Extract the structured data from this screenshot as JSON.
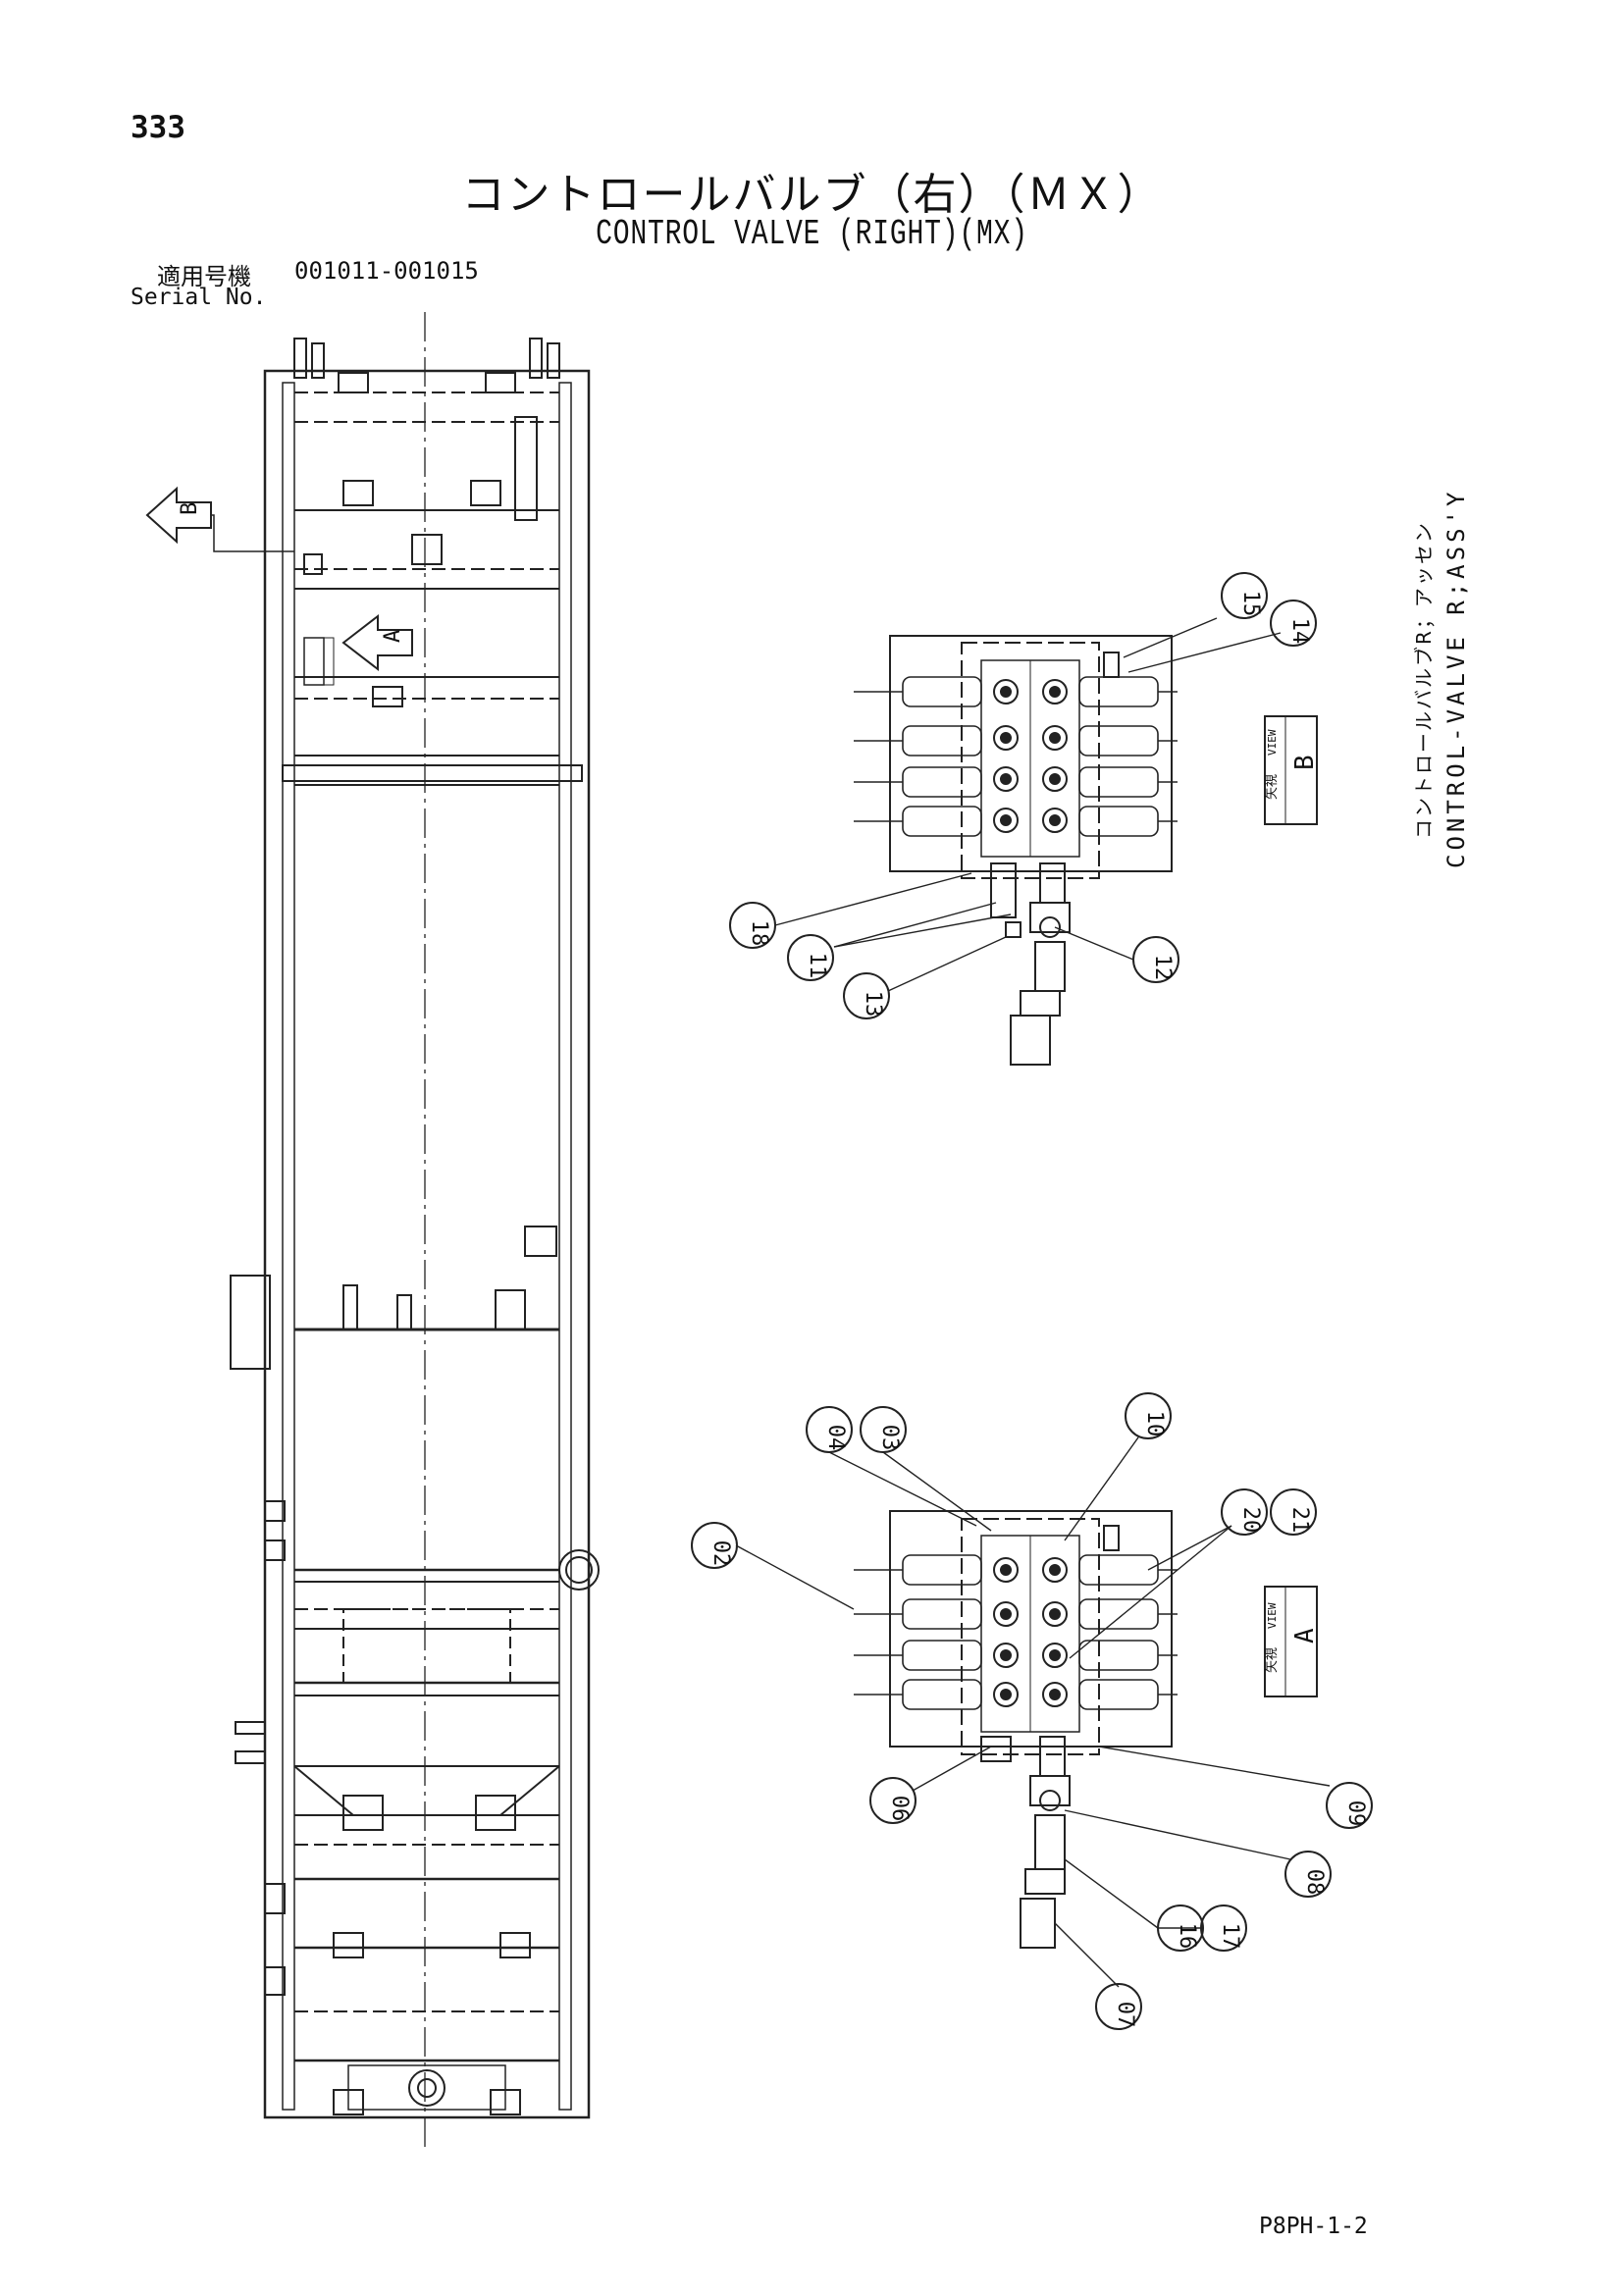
{
  "page_number": "333",
  "title_ja": "コントロールバルブ（右）（ＭＸ）",
  "title_en": "CONTROL VALVE (RIGHT)(MX)",
  "serial": {
    "label_ja": "適用号機",
    "range": "001011-001015",
    "label_en": "Serial No."
  },
  "side_caption": {
    "ja": "コントロールバルブR；アッセン",
    "en": "CONTROL-VALVE R;ASS'Y"
  },
  "arrow_labels": {
    "b": "B",
    "a": "A"
  },
  "views": {
    "b": {
      "ja": "矢視",
      "en": "VIEW",
      "letter": "B"
    },
    "a": {
      "ja": "矢視",
      "en": "VIEW",
      "letter": "A"
    }
  },
  "callouts": [
    "15",
    "14",
    "18",
    "11",
    "13",
    "12",
    "04",
    "03",
    "10",
    "02",
    "20",
    "21",
    "06",
    "09",
    "08",
    "16",
    "17",
    "07"
  ],
  "drawing_code": "P8PH-1-2"
}
